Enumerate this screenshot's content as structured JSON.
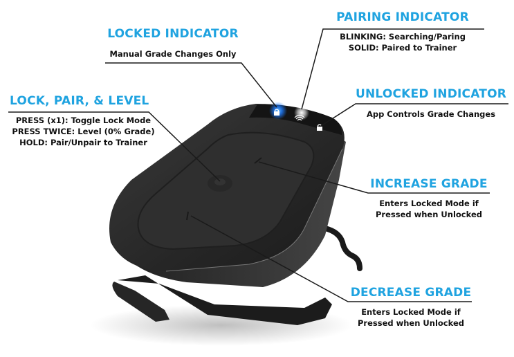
{
  "colors": {
    "accent": "#1fa3e0",
    "text": "#111111",
    "device_body": "#2b2b2b",
    "device_top": "#303030",
    "leader_line": "#1a1a1a",
    "locked_led": "#2c8cff",
    "pairing_led": "#ffffff"
  },
  "callouts": {
    "locked_indicator": {
      "title": "LOCKED INDICATOR",
      "lines": [
        "Manual Grade Changes Only"
      ]
    },
    "pairing_indicator": {
      "title": "PAIRING INDICATOR",
      "lines": [
        "BLINKING: Searching/Paring",
        "SOLID: Paired to Trainer"
      ]
    },
    "lock_pair_level": {
      "title": "LOCK, PAIR, & LEVEL",
      "lines": [
        "PRESS (x1): Toggle Lock Mode",
        "PRESS TWICE: Level (0% Grade)",
        "HOLD: Pair/Unpair to Trainer"
      ]
    },
    "unlocked_indicator": {
      "title": "UNLOCKED INDICATOR",
      "lines": [
        "App Controls Grade Changes"
      ]
    },
    "increase_grade": {
      "title": "INCREASE GRADE",
      "lines": [
        "Enters Locked Mode if",
        "Pressed when Unlocked"
      ]
    },
    "decrease_grade": {
      "title": "DECREASE GRADE",
      "lines": [
        "Enters Locked Mode if",
        "Pressed when Unlocked"
      ]
    }
  },
  "device": {
    "icons": [
      "lock-closed-icon",
      "wifi-icon",
      "lock-open-icon"
    ]
  }
}
